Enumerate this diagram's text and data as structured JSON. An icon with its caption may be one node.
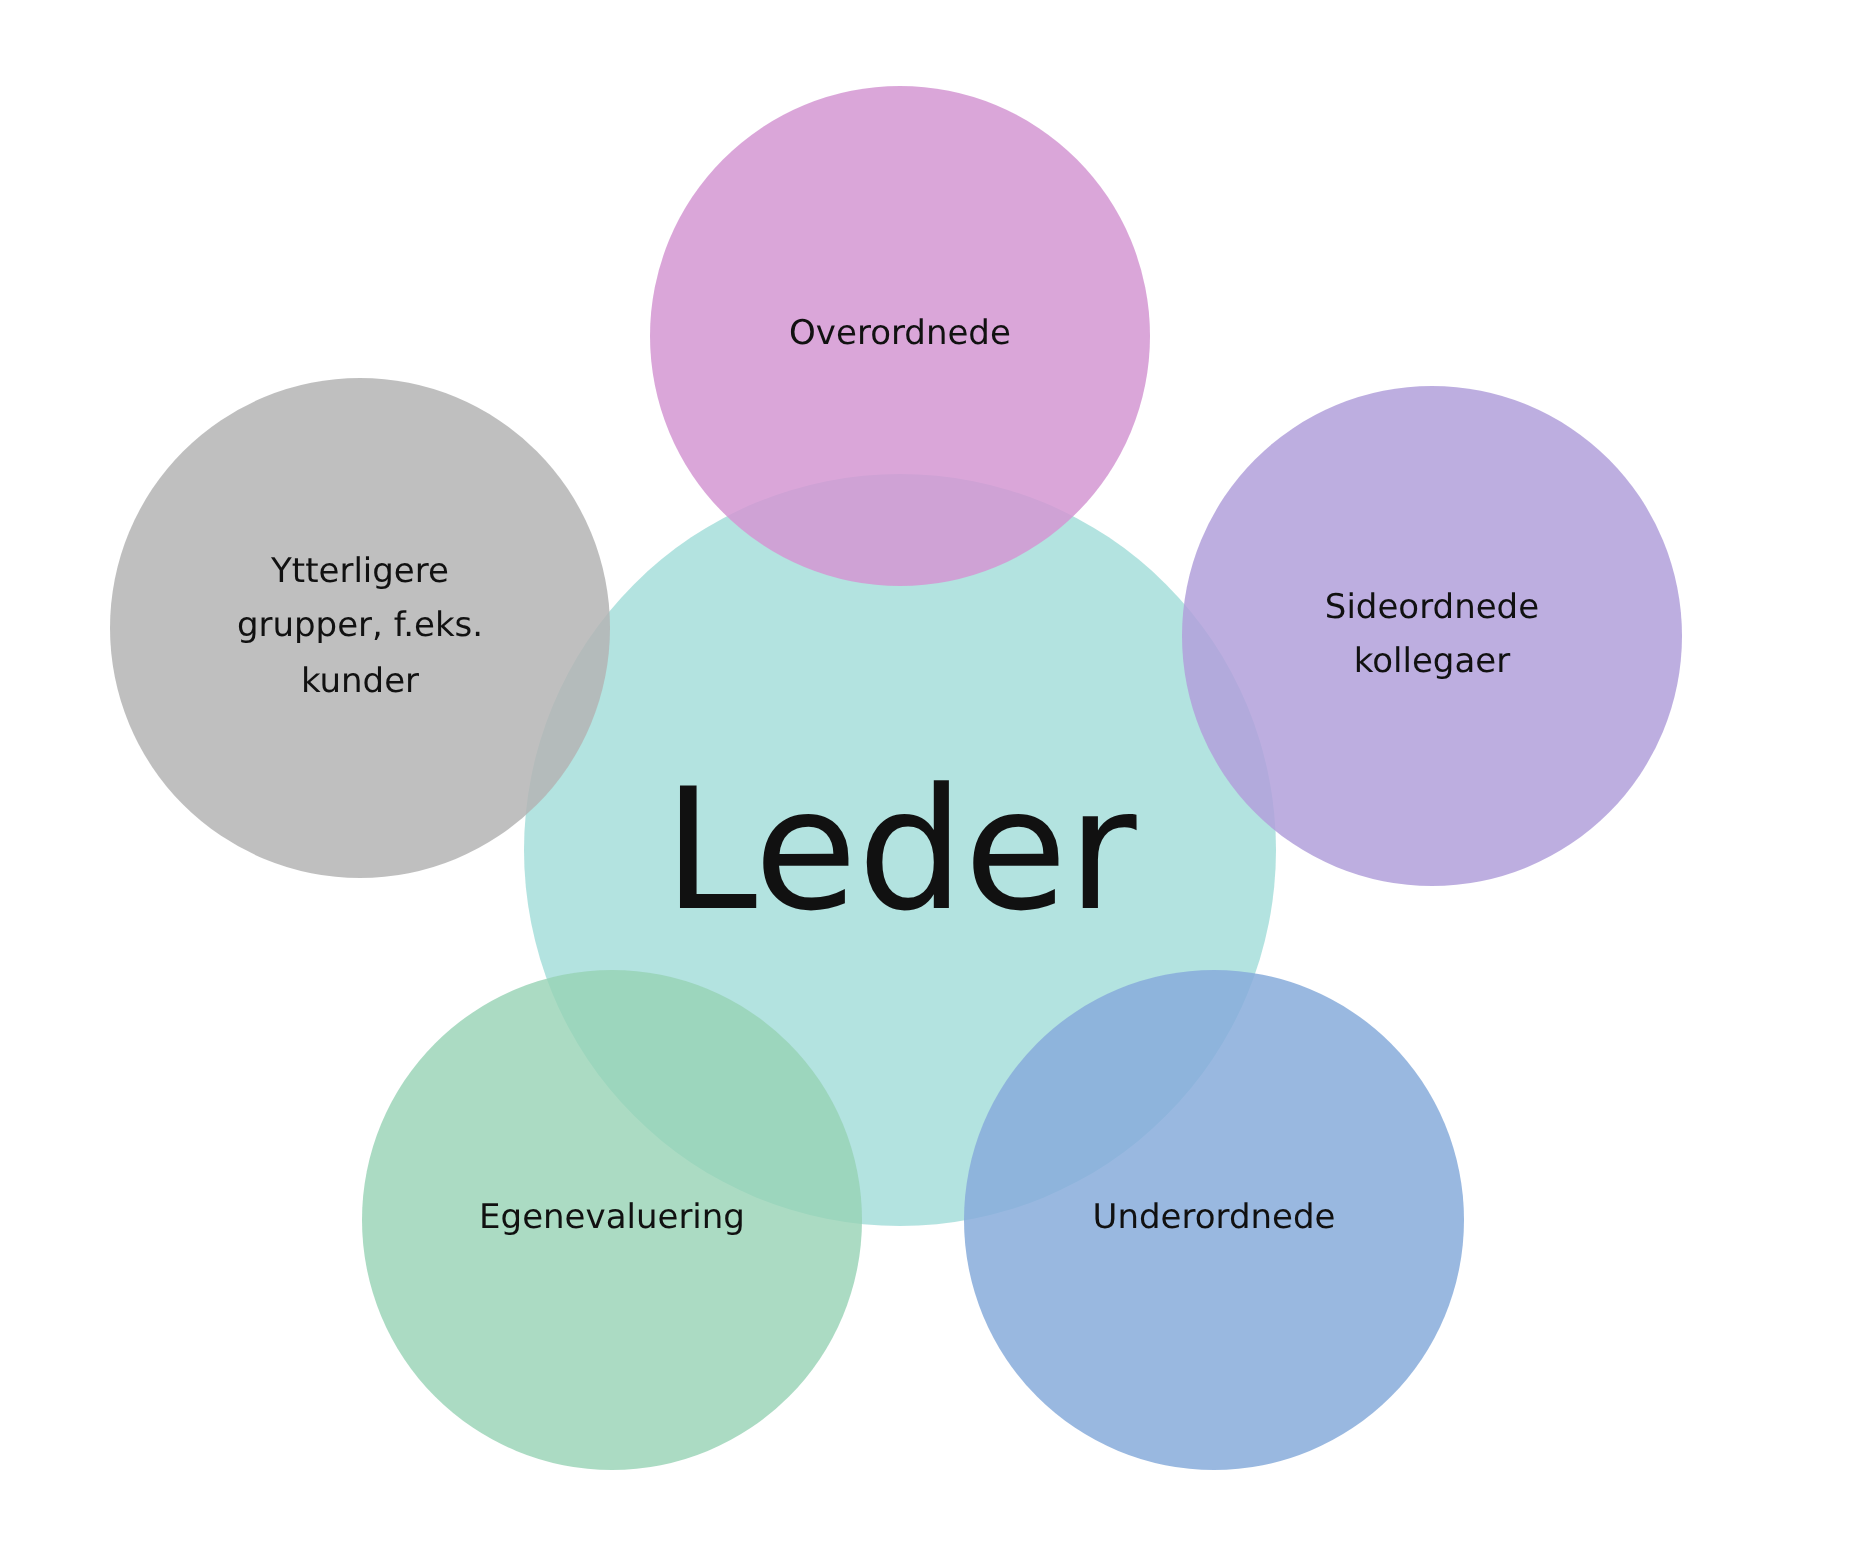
{
  "diagram": {
    "nodes": [
      {
        "text": [
          "Leder"
        ]
      },
      {
        "text": [
          "Overordnede"
        ]
      },
      {
        "text": [
          "Sideordnede kollegaer"
        ]
      },
      {
        "text": [
          "Underordnede"
        ]
      },
      {
        "text": [
          "Egenevaluering"
        ]
      },
      {
        "text": [
          "Ytterligere grupper, f.eks. kunder"
        ]
      }
    ]
  }
}
